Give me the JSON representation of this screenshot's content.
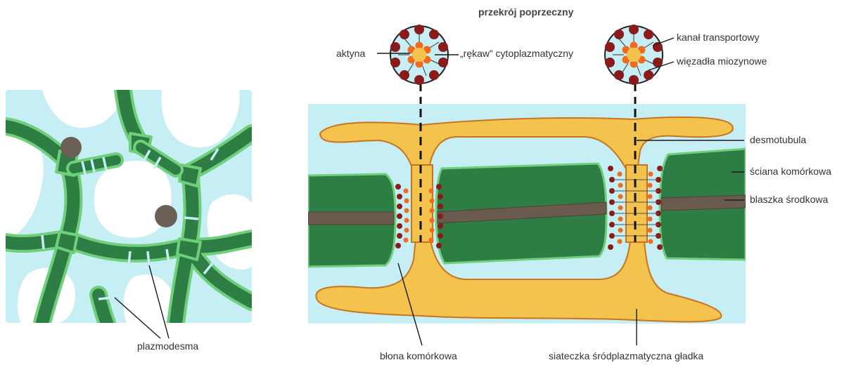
{
  "title": "przekrój poprzeczny",
  "labels": {
    "aktyna": "aktyna",
    "rekaw": "„rękaw” cytoplazmatyczny",
    "kanal": "kanał transportowy",
    "wiezadla": "więzadła miozynowe",
    "desmotubula": "desmotubula",
    "sciana": "ściana komórkowa",
    "blaszka": "blaszka środkowa",
    "blona": "błona komórkowa",
    "siateczka": "siateczka śródplazmatyczna gładka",
    "plazmodesma": "plazmodesma"
  },
  "colors": {
    "background": "#c6eef5",
    "cell_wall": "#2e7d45",
    "cell_wall_edge": "#6fcf7a",
    "middle_lamella": "#6b5a4e",
    "er": "#f3c34d",
    "er_edge": "#c9741e",
    "membrane_protein": "#8b1a1a",
    "actin": "#f26a1b",
    "nucleus_dot": "#6a6058"
  }
}
